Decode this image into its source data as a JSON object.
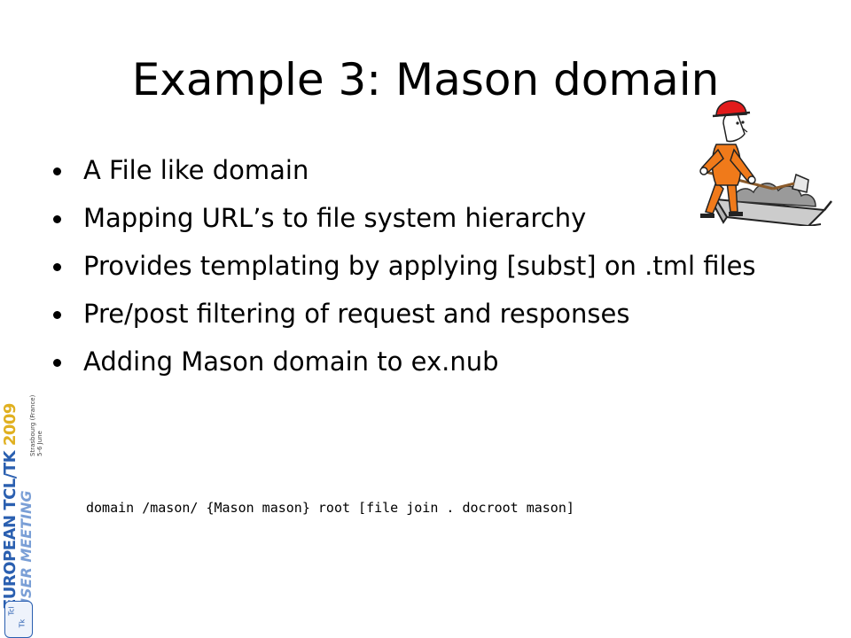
{
  "slide": {
    "title": "Example 3: Mason domain",
    "bullets": [
      "A File like domain",
      "Mapping URL’s to file system hierarchy",
      "Provides templating by applying [subst] on .tml files",
      "Pre/post filtering of request and responses",
      "Adding Mason domain to ex.nub"
    ],
    "code": "domain /mason/ {Mason mason} root [file join . docroot mason]"
  },
  "logo": {
    "line1_main": "EUROPEAN TCL/TK ",
    "line1_year": "2009",
    "line2": "USER MEETING",
    "place": "Strasbourg (France)",
    "date": "5-6 June",
    "badge_top": "Tcl",
    "badge_bottom": "Tk",
    "icon": "euro-tcl-tk-2009-logo"
  },
  "illustration": {
    "icon": "construction-worker-shoveling-icon"
  },
  "colors": {
    "text": "#000000",
    "background": "#ffffff",
    "logo_blue": "#2a5fb0",
    "logo_light_blue": "#7a9fd6",
    "logo_yellow": "#e0b020",
    "worker_orange": "#f07a1a",
    "helmet_red": "#e21b1b"
  }
}
